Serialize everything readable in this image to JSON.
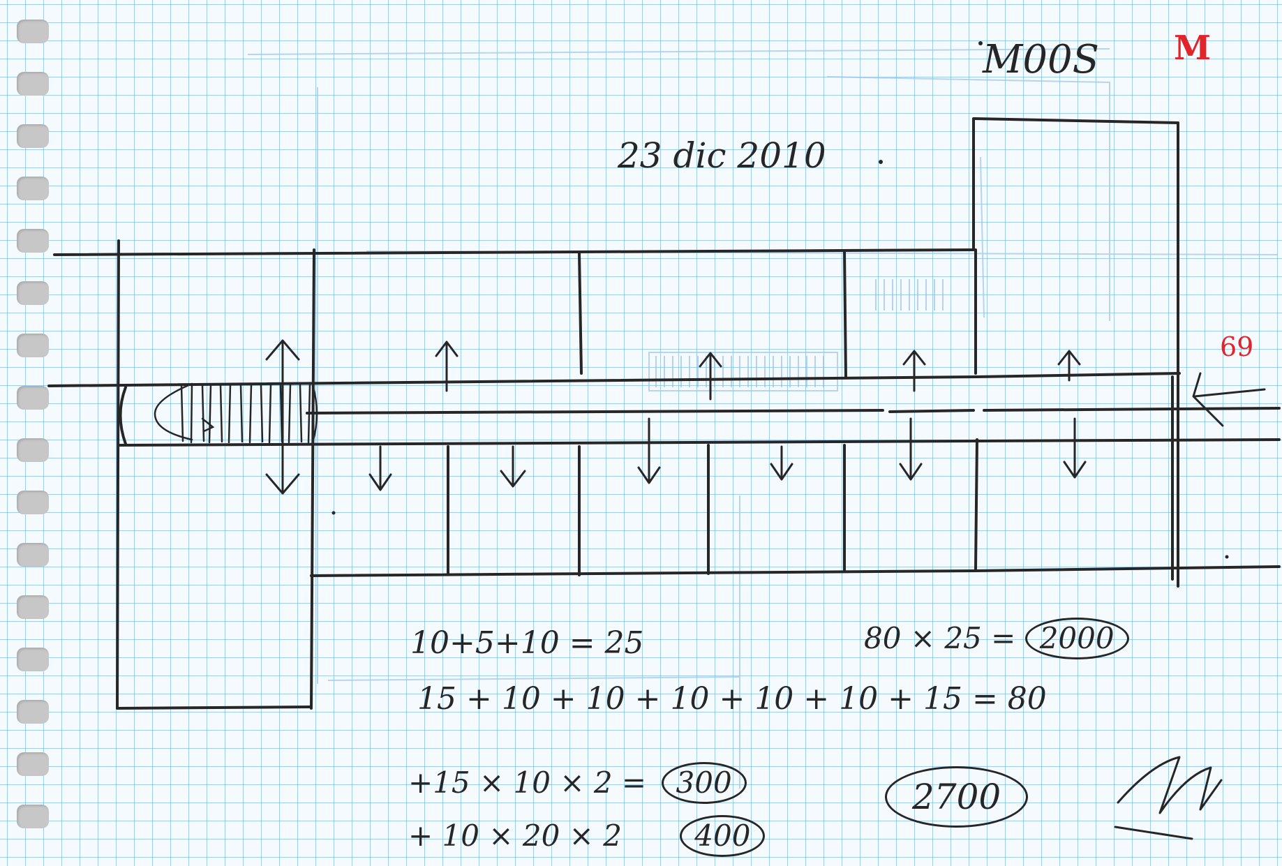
{
  "title": "M00S",
  "page_letter": "M",
  "date": "23 dic 2010",
  "side_label": "69",
  "equations": {
    "sum_short": "10+5+10 = 25",
    "product_main": "80 × 25 =",
    "product_main_result": "2000",
    "sum_long": "15 + 10 + 10 + 10 + 10 + 10 + 15 = 80",
    "extra_one": "+15 × 10 × 2 =",
    "extra_one_result": "300",
    "extra_two": "+ 10 × 20 × 2",
    "extra_two_result": "400",
    "total": "2700"
  },
  "colors": {
    "ink": "#262626",
    "red_ink": "#e0242a",
    "grid": "#5aaadc",
    "paper": "#f4fafd"
  }
}
